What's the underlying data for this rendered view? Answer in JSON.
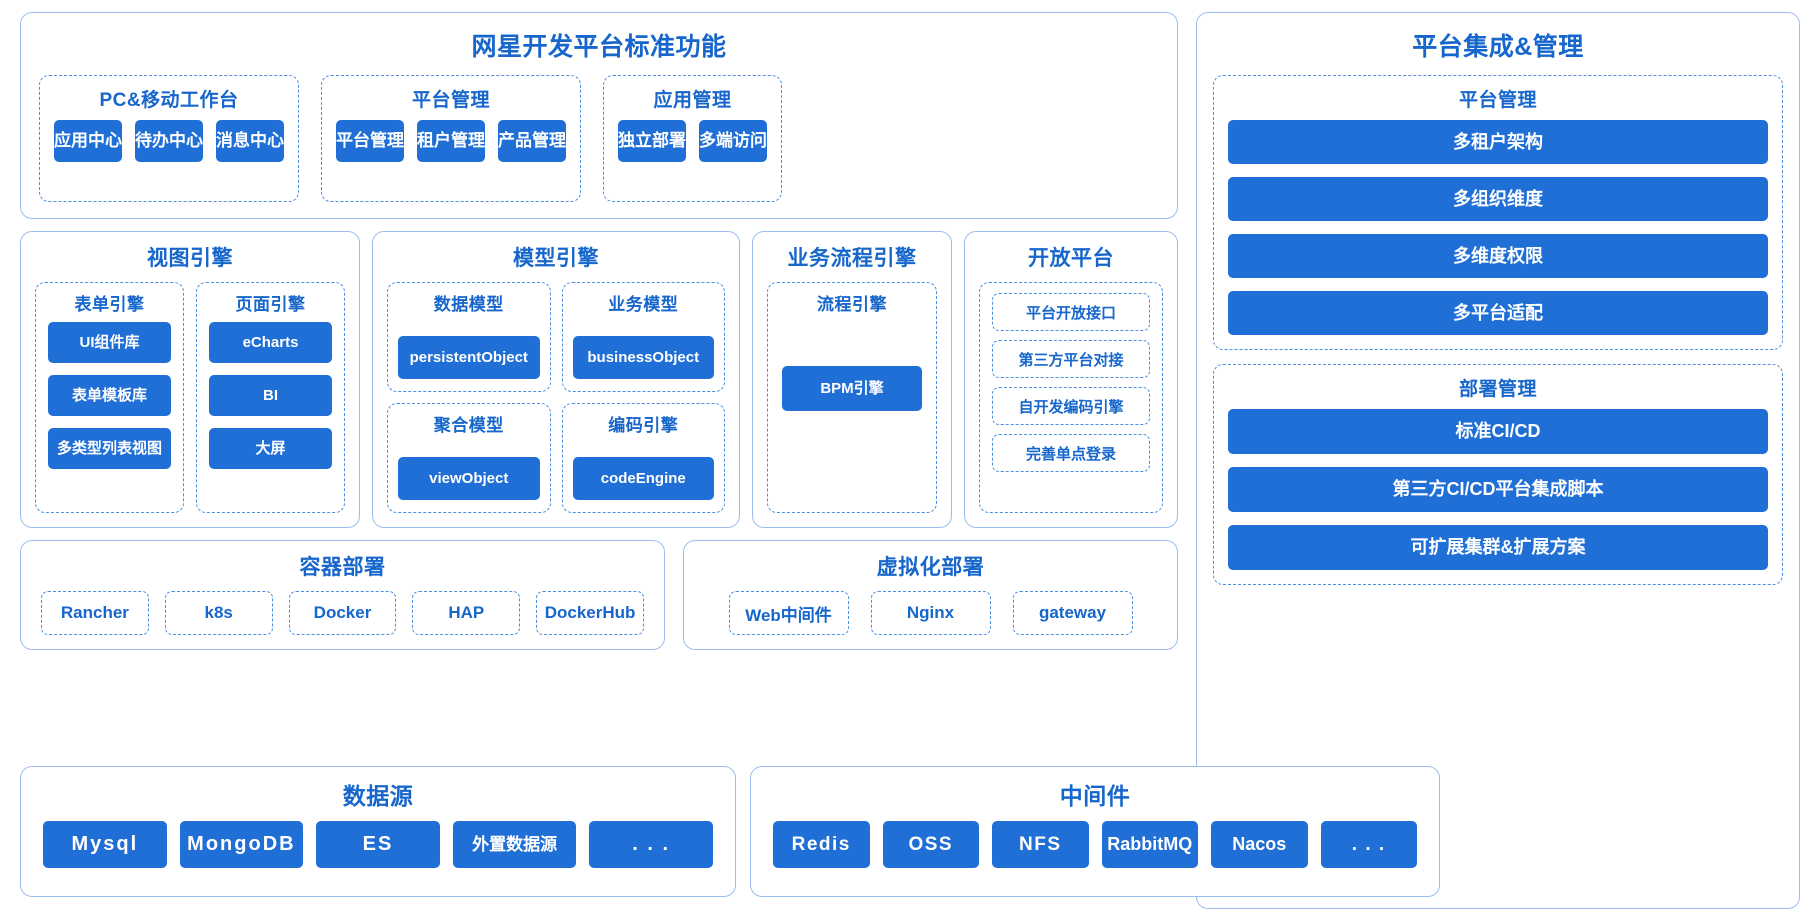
{
  "diagram": {
    "colors": {
      "accent_blue": "#1f6fd6",
      "title_blue": "#1666cc",
      "border_blue": "#9dbdf0",
      "dashed_blue": "#4a8fe0",
      "background": "#ffffff"
    },
    "standard_functions": {
      "title": "网星开发平台标准功能",
      "groups": [
        {
          "title": "PC&移动工作台",
          "items": [
            "应用中心",
            "待办中心",
            "消息中心"
          ]
        },
        {
          "title": "平台管理",
          "items": [
            "平台管理",
            "租户管理",
            "产品管理"
          ]
        },
        {
          "title": "应用管理",
          "items": [
            "独立部署",
            "多端访问"
          ]
        }
      ]
    },
    "engines": {
      "view_engine": {
        "title": "视图引擎",
        "groups": [
          {
            "title": "表单引擎",
            "items": [
              "UI组件库",
              "表单模板库",
              "多类型列表视图"
            ]
          },
          {
            "title": "页面引擎",
            "items": [
              "eCharts",
              "BI",
              "大屏"
            ]
          }
        ]
      },
      "model_engine": {
        "title": "模型引擎",
        "groups": [
          {
            "title": "数据模型",
            "items": [
              "persistentObject"
            ]
          },
          {
            "title": "业务模型",
            "items": [
              "businessObject"
            ]
          },
          {
            "title": "聚合模型",
            "items": [
              "viewObject"
            ]
          },
          {
            "title": "编码引擎",
            "items": [
              "codeEngine"
            ]
          }
        ]
      },
      "bpm_engine": {
        "title": "业务流程引擎",
        "groups": [
          {
            "title": "流程引擎",
            "items": [
              "BPM引擎"
            ]
          }
        ]
      },
      "open_platform": {
        "title": "开放平台",
        "items": [
          "平台开放接口",
          "第三方平台对接",
          "自开发编码引擎",
          "完善单点登录"
        ]
      }
    },
    "deployment": {
      "containers": {
        "title": "容器部署",
        "items": [
          "Rancher",
          "k8s",
          "Docker",
          "HAP",
          "DockerHub"
        ]
      },
      "virtualization": {
        "title": "虚拟化部署",
        "items": [
          "Web中间件",
          "Nginx",
          "gateway"
        ]
      }
    },
    "infrastructure": {
      "datasource": {
        "title": "数据源",
        "items": [
          "Mysql",
          "MongoDB",
          "ES",
          "外置数据源",
          ". . ."
        ]
      },
      "middleware": {
        "title": "中间件",
        "items": [
          "Redis",
          "OSS",
          "NFS",
          "RabbitMQ",
          "Nacos",
          ". . ."
        ]
      }
    },
    "platform_integration": {
      "title": "平台集成&管理",
      "sections": [
        {
          "title": "平台管理",
          "items": [
            "多租户架构",
            "多组织维度",
            "多维度权限",
            "多平台适配"
          ]
        },
        {
          "title": "部署管理",
          "items": [
            "标准CI/CD",
            "第三方CI/CD平台集成脚本",
            "可扩展集群&扩展方案"
          ]
        }
      ]
    }
  }
}
